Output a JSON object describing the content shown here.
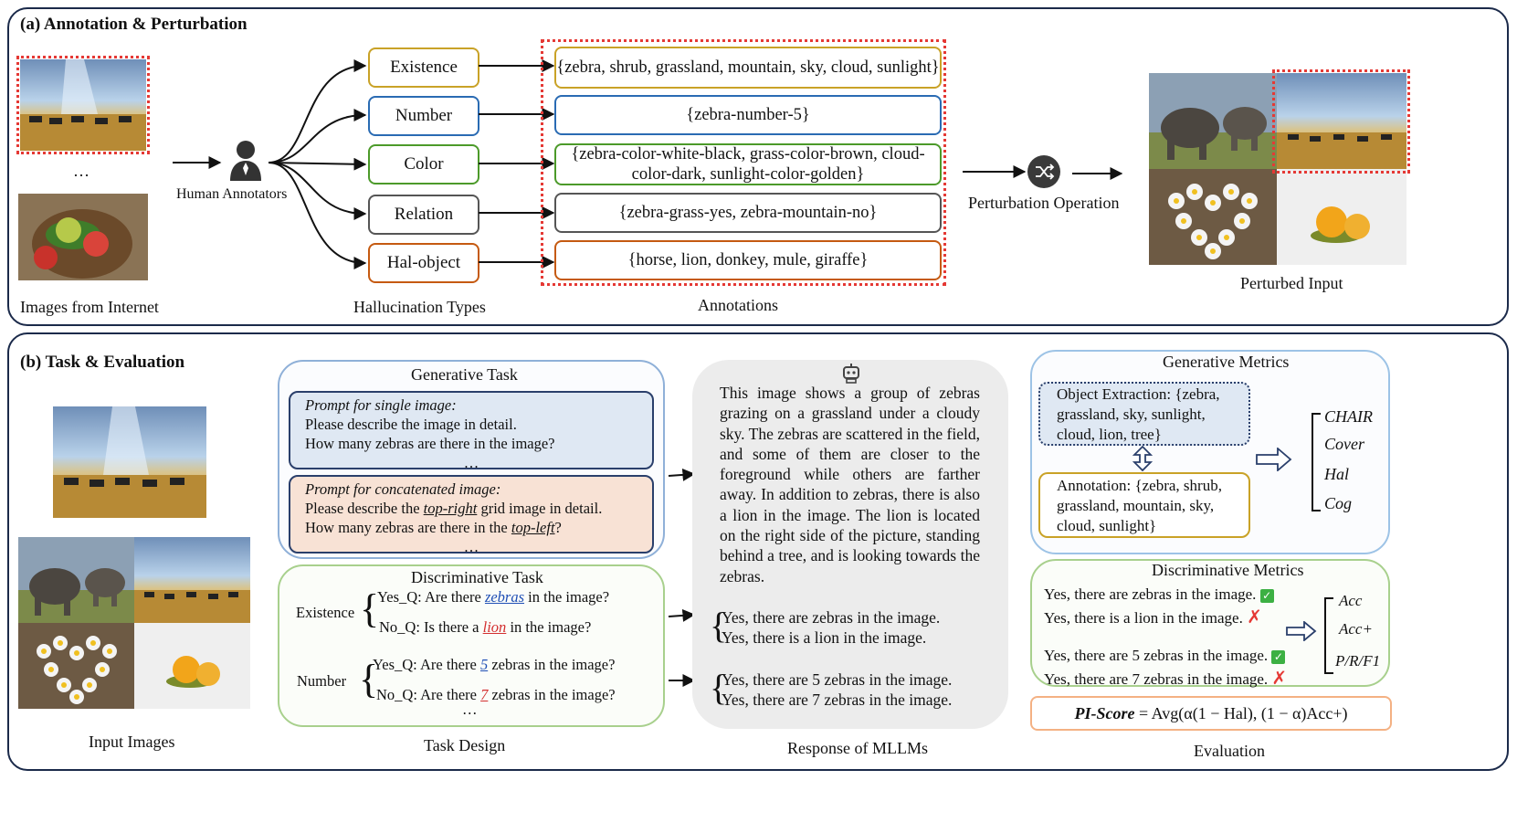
{
  "panel_a": {
    "title": "(a) Annotation & Perturbation",
    "ellipsis": "…",
    "images_caption": "Images from Internet",
    "annotators_label": "Human Annotators",
    "types_caption": "Hallucination Types",
    "annotations_caption": "Annotations",
    "perturbation_label": "Perturbation Operation",
    "perturbed_caption": "Perturbed Input",
    "types": [
      "Existence",
      "Number",
      "Color",
      "Relation",
      "Hal-object"
    ],
    "type_colors": [
      "#c9a227",
      "#2a6bb3",
      "#4c9a2a",
      "#555555",
      "#c55a11"
    ],
    "annotations": [
      "{zebra, shrub, grassland, mountain, sky, cloud, sunlight}",
      "{zebra-number-5}",
      "{zebra-color-white-black, grass-color-brown, cloud-color-dark, sunlight-color-golden}",
      "{zebra-grass-yes, zebra-mountain-no}",
      "{horse, lion, donkey, mule, giraffe}"
    ]
  },
  "panel_b": {
    "title": "(b) Task & Evaluation",
    "input_caption": "Input Images",
    "task_caption": "Task Design",
    "response_caption": "Response of MLLMs",
    "evaluation_caption": "Evaluation",
    "generative_task": {
      "title": "Generative Task",
      "single_heading": "Prompt for single image",
      "single_lines": [
        "Please describe the image in detail.",
        "How many zebras are there in the image?"
      ],
      "concat_heading": "Prompt for concatenated image",
      "concat_line1_pre": "Please describe the ",
      "concat_line1_em": "top-right",
      "concat_line1_post": " grid image in detail.",
      "concat_line2_pre": "How many zebras are there in the ",
      "concat_line2_em": "top-left",
      "concat_line2_post": "?",
      "ellipsis": "…"
    },
    "discriminative_task": {
      "title": "Discriminative Task",
      "existence_label": "Existence",
      "existence_yes_pre": "Yes_Q: Are there ",
      "existence_yes_em": "zebras",
      "existence_yes_post": " in the image?",
      "existence_no_pre": "No_Q: Is there a ",
      "existence_no_em": "lion",
      "existence_no_post": " in the image?",
      "number_label": "Number",
      "number_yes_pre": "Yes_Q: Are there ",
      "number_yes_em": "5",
      "number_yes_post": " zebras in the image?",
      "number_no_pre": "No_Q: Are there ",
      "number_no_em": "7",
      "number_no_post": " zebras in the image?",
      "ellipsis": "…"
    },
    "response": {
      "paragraph": "This image shows a group of zebras grazing on a grassland under a cloudy sky. The zebras are scattered in the field, and some of them are closer to the foreground while others are farther away. In addition to zebras, there is also a lion in the image. The lion is located on the right side of the picture, standing behind a tree, and is looking towards the zebras.",
      "existence_answers": [
        "Yes, there are zebras in the image.",
        "Yes, there is a lion in the image."
      ],
      "number_answers": [
        "Yes, there are 5 zebras in the image.",
        "Yes, there are 7 zebras in the image."
      ]
    },
    "generative_metrics": {
      "title": "Generative Metrics",
      "extraction": "Object Extraction: {zebra, grassland, sky, sunlight, cloud, lion, tree}",
      "annotation": "Annotation: {zebra, shrub, grassland, mountain, sky, cloud, sunlight}",
      "metrics": [
        "CHAIR",
        "Cover",
        "Hal",
        "Cog"
      ]
    },
    "discriminative_metrics": {
      "title": "Discriminative Metrics",
      "lines": [
        "Yes, there are zebras in the image.",
        "Yes, there is a lion in the image.",
        "Yes, there are 5 zebras in the image.",
        "Yes, there are 7 zebras in the image."
      ],
      "check": "✓",
      "cross": "✗",
      "metrics": [
        "Acc",
        "Acc+",
        "P/R/F1"
      ]
    },
    "pi_score": {
      "name": "PI-Score",
      "formula": "= Avg(α(1 − Hal), (1 − α)Acc+)"
    }
  }
}
